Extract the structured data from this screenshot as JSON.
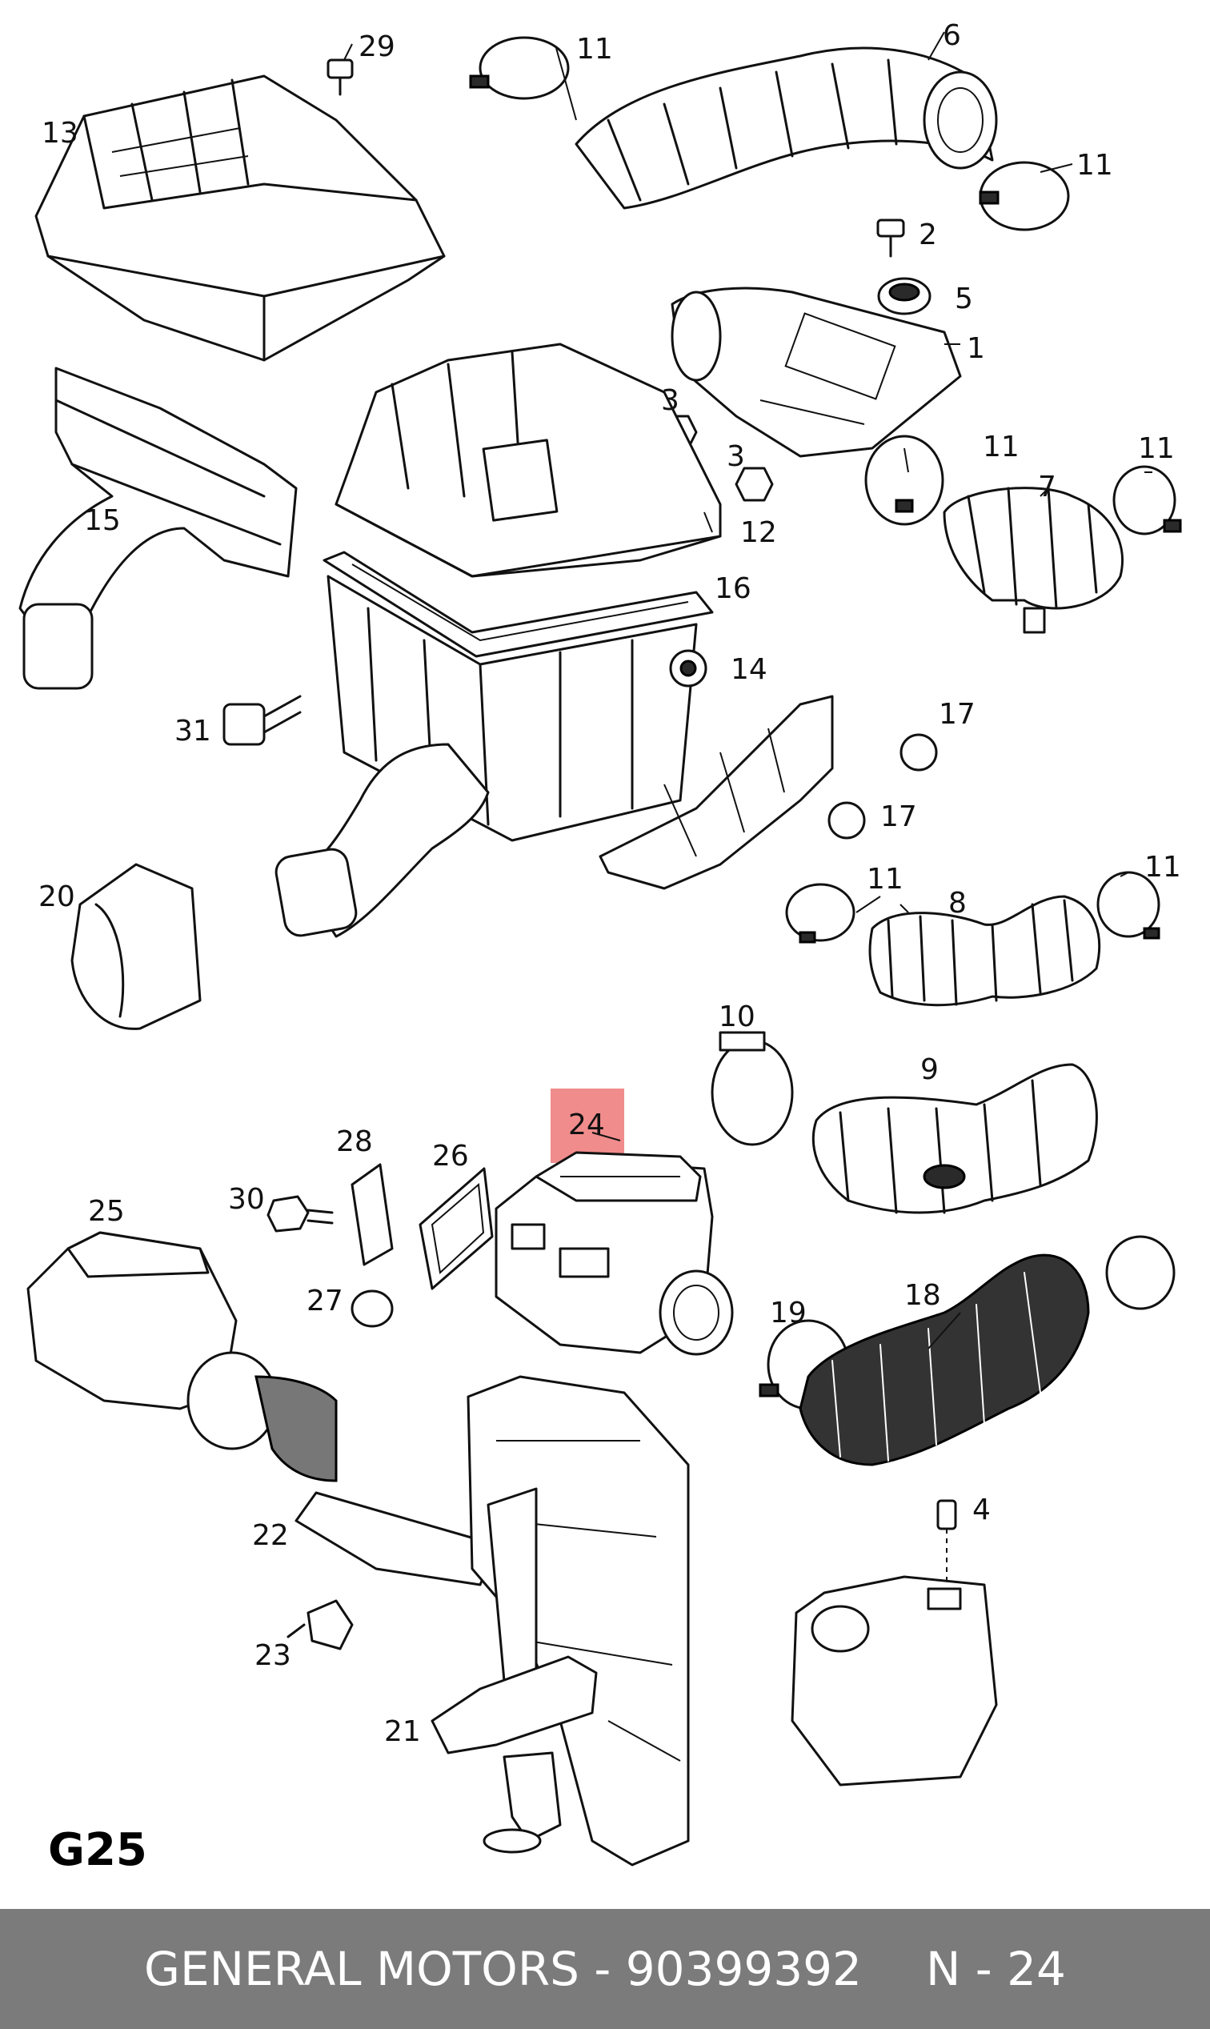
{
  "sheet_code": "G25",
  "highlight_color": "#f08080",
  "footer": {
    "brand_part": "GENERAL MOTORS - 90399392",
    "position": "N - 24",
    "background": "#7b7b7b"
  },
  "labels": {
    "l1": "1",
    "l2": "2",
    "l3a": "3",
    "l3b": "3",
    "l4": "4",
    "l5": "5",
    "l6": "6",
    "l7": "7",
    "l8": "8",
    "l9": "9",
    "l10": "10",
    "l11a": "11",
    "l11b": "11",
    "l11c": "11",
    "l11d": "11",
    "l11e": "11",
    "l11f": "11",
    "l12": "12",
    "l13": "13",
    "l14": "14",
    "l15": "15",
    "l16": "16",
    "l17a": "17",
    "l17b": "17",
    "l18": "18",
    "l19": "19",
    "l20": "20",
    "l21": "21",
    "l22": "22",
    "l23": "23",
    "l24": "24",
    "l25": "25",
    "l26": "26",
    "l27": "27",
    "l28": "28",
    "l29": "29",
    "l30": "30",
    "l31": "31"
  }
}
